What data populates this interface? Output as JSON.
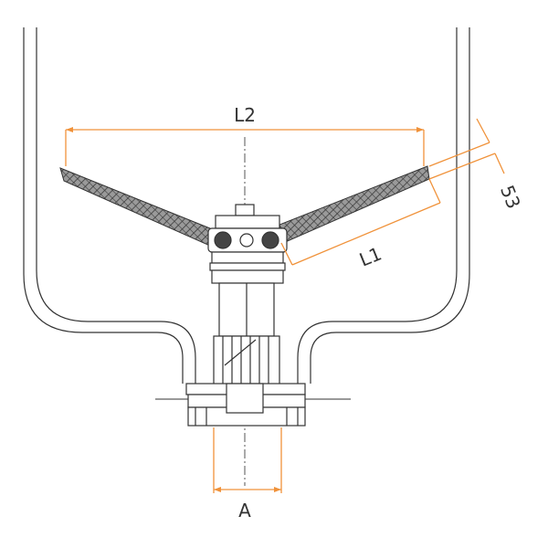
{
  "dimensions": {
    "L2": "L2",
    "L1": "L1",
    "A": "A",
    "angle": "53"
  },
  "colors": {
    "outline": "#333333",
    "dimension_line": "#f0923a",
    "hose_fill": "#8a8a8a",
    "hose_dark": "#3a3a3a",
    "centerline": "#555555",
    "background": "#ffffff"
  }
}
